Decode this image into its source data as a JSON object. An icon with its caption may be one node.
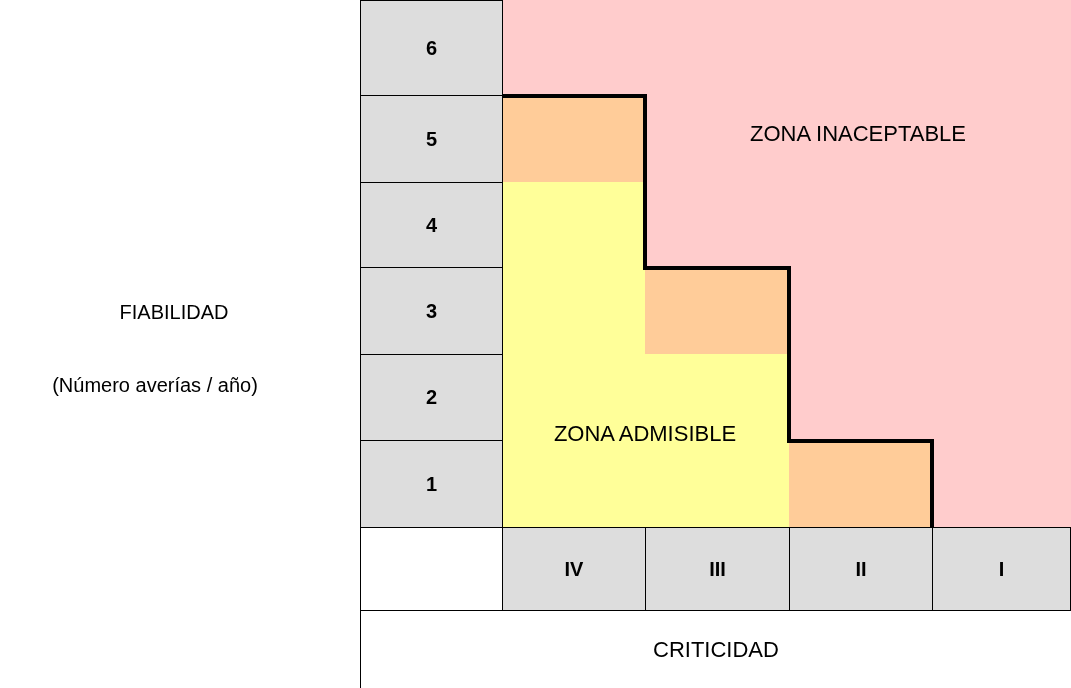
{
  "diagram": {
    "labels": [
      "6",
      "5",
      "ZONA INACEPTABLE",
      "4",
      "FIABILIDAD",
      "3",
      "(Número averías / año)",
      "2",
      "ZONA ADMISIBLE",
      "1",
      "IV",
      "III",
      "II",
      "I",
      "CRITICIDAD"
    ]
  }
}
